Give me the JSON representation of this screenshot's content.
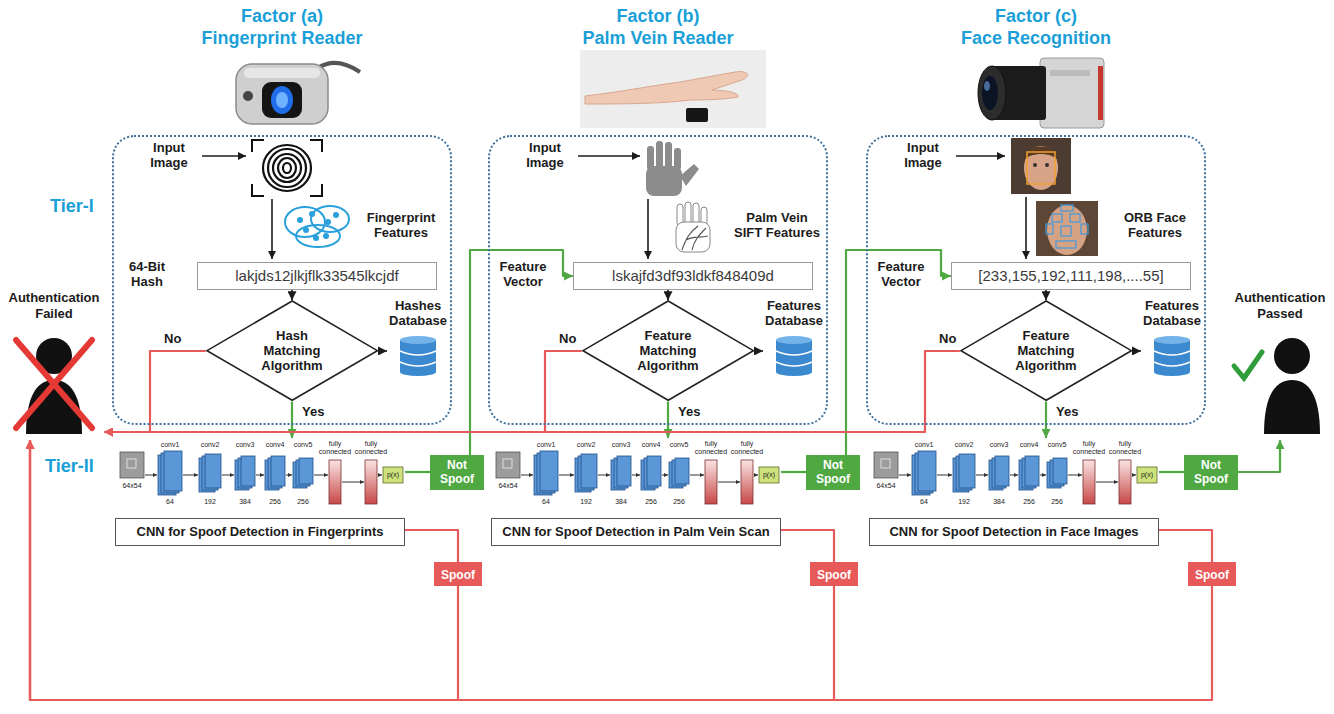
{
  "diagram": {
    "nodes": [
      {
        "text": [
          "Factor (a)",
          "Fingerprint Reader"
        ]
      },
      {
        "text": [
          "lakjds12jlkjflk33545lkcjdf"
        ],
        "in": 0
      },
      {
        "text": [
          "Hash Matching Algorithm"
        ],
        "in": 0
      },
      {
        "text": [
          "Hashes Database"
        ],
        "in": 0
      },
      {
        "text": [
          "Factor (b)",
          "Palm Vein Reader"
        ]
      },
      {
        "text": [
          "lskajfd3df93ldkf848409d"
        ],
        "in": 4
      },
      {
        "text": [
          "Feature Matching Algorithm"
        ],
        "in": 4
      },
      {
        "text": [
          "Features Database"
        ],
        "in": 4
      },
      {
        "text": [
          "Factor (c)",
          "Face Recognition"
        ]
      },
      {
        "text": [
          "[233,155,192,111,198,....55]"
        ],
        "in": 8
      },
      {
        "text": [
          "Feature Matching Algorithm"
        ],
        "in": 8
      },
      {
        "text": [
          "Features Database"
        ],
        "in": 8
      },
      {
        "text": [
          "CNN for Spoof Detection in Fingerprints"
        ]
      },
      {
        "text": [
          "Not Spoof"
        ]
      },
      {
        "text": [
          "Spoof"
        ]
      },
      {
        "text": [
          "CNN for Spoof Detection in Palm Vein Scan"
        ]
      },
      {
        "text": [
          "Not Spoof"
        ]
      },
      {
        "text": [
          "Spoof"
        ]
      },
      {
        "text": [
          "CNN for Spoof Detection in Face Images"
        ]
      },
      {
        "text": [
          "Not Spoof"
        ]
      },
      {
        "text": [
          "Spoof"
        ]
      },
      {
        "text": [
          "Authentication Failed"
        ]
      },
      {
        "text": [
          "Authentication Passed"
        ]
      }
    ],
    "edges": [
      {
        "from": 1,
        "to": 2,
        "arrow": "to"
      },
      {
        "from": 2,
        "to": 3,
        "arrow": "to"
      },
      {
        "from": 2,
        "to": 21,
        "label": "No",
        "arrow": "to"
      },
      {
        "from": 2,
        "to": 12,
        "label": "Yes",
        "arrow": "to"
      },
      {
        "from": 12,
        "to": 13,
        "arrow": "none"
      },
      {
        "from": 12,
        "to": 14,
        "arrow": "none"
      },
      {
        "from": 13,
        "to": 5,
        "arrow": "to"
      },
      {
        "from": 14,
        "to": 21,
        "arrow": "to"
      },
      {
        "from": 5,
        "to": 6,
        "arrow": "to"
      },
      {
        "from": 6,
        "to": 7,
        "arrow": "to"
      },
      {
        "from": 6,
        "to": 21,
        "label": "No",
        "arrow": "to"
      },
      {
        "from": 6,
        "to": 15,
        "label": "Yes",
        "arrow": "to"
      },
      {
        "from": 15,
        "to": 16,
        "arrow": "none"
      },
      {
        "from": 15,
        "to": 17,
        "arrow": "none"
      },
      {
        "from": 16,
        "to": 9,
        "arrow": "to"
      },
      {
        "from": 17,
        "to": 21,
        "arrow": "to"
      },
      {
        "from": 9,
        "to": 10,
        "arrow": "to"
      },
      {
        "from": 10,
        "to": 11,
        "arrow": "to"
      },
      {
        "from": 10,
        "to": 21,
        "label": "No",
        "arrow": "to"
      },
      {
        "from": 10,
        "to": 18,
        "label": "Yes",
        "arrow": "to"
      },
      {
        "from": 18,
        "to": 19,
        "arrow": "none"
      },
      {
        "from": 18,
        "to": 20,
        "arrow": "none"
      },
      {
        "from": 19,
        "to": 22,
        "arrow": "to"
      },
      {
        "from": 20,
        "to": 21,
        "arrow": "to"
      }
    ],
    "labels": [
      "Tier-I",
      "Tier-II",
      "Input Image",
      "Fingerprint Features",
      "64-Bit Hash",
      "Input Image",
      "Palm Vein SIFT Features",
      "Feature Vector",
      "Input Image",
      "ORB Face Features",
      "Feature Vector",
      "64x54",
      "conv1",
      "conv2",
      "conv3",
      "conv4",
      "conv5",
      "64",
      "192",
      "384",
      "256",
      "256",
      "fully connected",
      "fully connected",
      "p(x)",
      "64x54",
      "conv1",
      "conv2",
      "conv3",
      "conv4",
      "conv5",
      "64",
      "192",
      "384",
      "256",
      "256",
      "fully connected",
      "fully connected",
      "p(x)",
      "64x54",
      "conv1",
      "conv2",
      "conv3",
      "conv4",
      "conv5",
      "64",
      "192",
      "384",
      "256",
      "256",
      "fully connected",
      "fully connected",
      "p(x)"
    ]
  }
}
